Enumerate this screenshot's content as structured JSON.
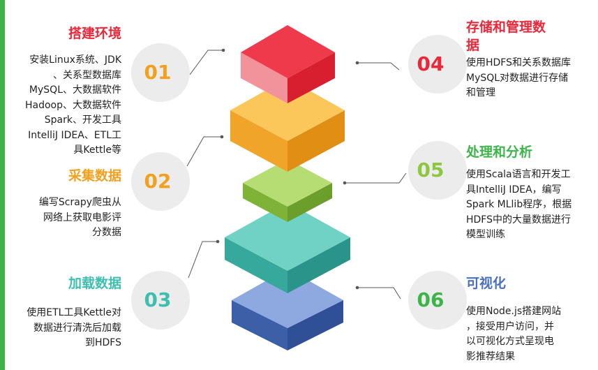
{
  "colors": {
    "red": "#e9283a",
    "orange": "#f2a01e",
    "green": "#8dc63f",
    "teal": "#3ebeb0",
    "blue": "#4a6fc0",
    "accent_bar": "#3db44a"
  },
  "steps": [
    {
      "number": "01",
      "title": "搭建环境",
      "desc": [
        "安装Linux系统、JDK",
        "、关系型数据库",
        "MySQL、大数据软件",
        "Hadoop、大数据软件",
        "Spark、开发工具",
        "IntelliJ IDEA、ETL工",
        "具Kettle等"
      ]
    },
    {
      "number": "02",
      "title": "采集数据",
      "desc": [
        "编写Scrapy爬虫从",
        "网络上获取电影评",
        "分数据"
      ]
    },
    {
      "number": "03",
      "title": "加载数据",
      "desc": [
        "使用ETL工具Kettle对",
        "数据进行清洗后加载",
        "到HDFS"
      ]
    },
    {
      "number": "04",
      "title": "存储和管理数",
      "title2": "据",
      "desc": [
        "使用HDFS和关系数据库",
        "MySQL对数据进行存储",
        "和管理"
      ]
    },
    {
      "number": "05",
      "title": "处理和分析",
      "desc": [
        "使用Scala语言和开发工",
        "具IntelliJ IDEA，编写",
        "Spark MLlib程序，根据",
        "HDFS中的大量数据进行",
        "模型训练"
      ]
    },
    {
      "number": "06",
      "title": "可视化",
      "desc": [
        "使用Node.js搭建网站",
        "，接受用户访问，并",
        "以可视化方式呈现电",
        "影推荐结果"
      ]
    }
  ]
}
